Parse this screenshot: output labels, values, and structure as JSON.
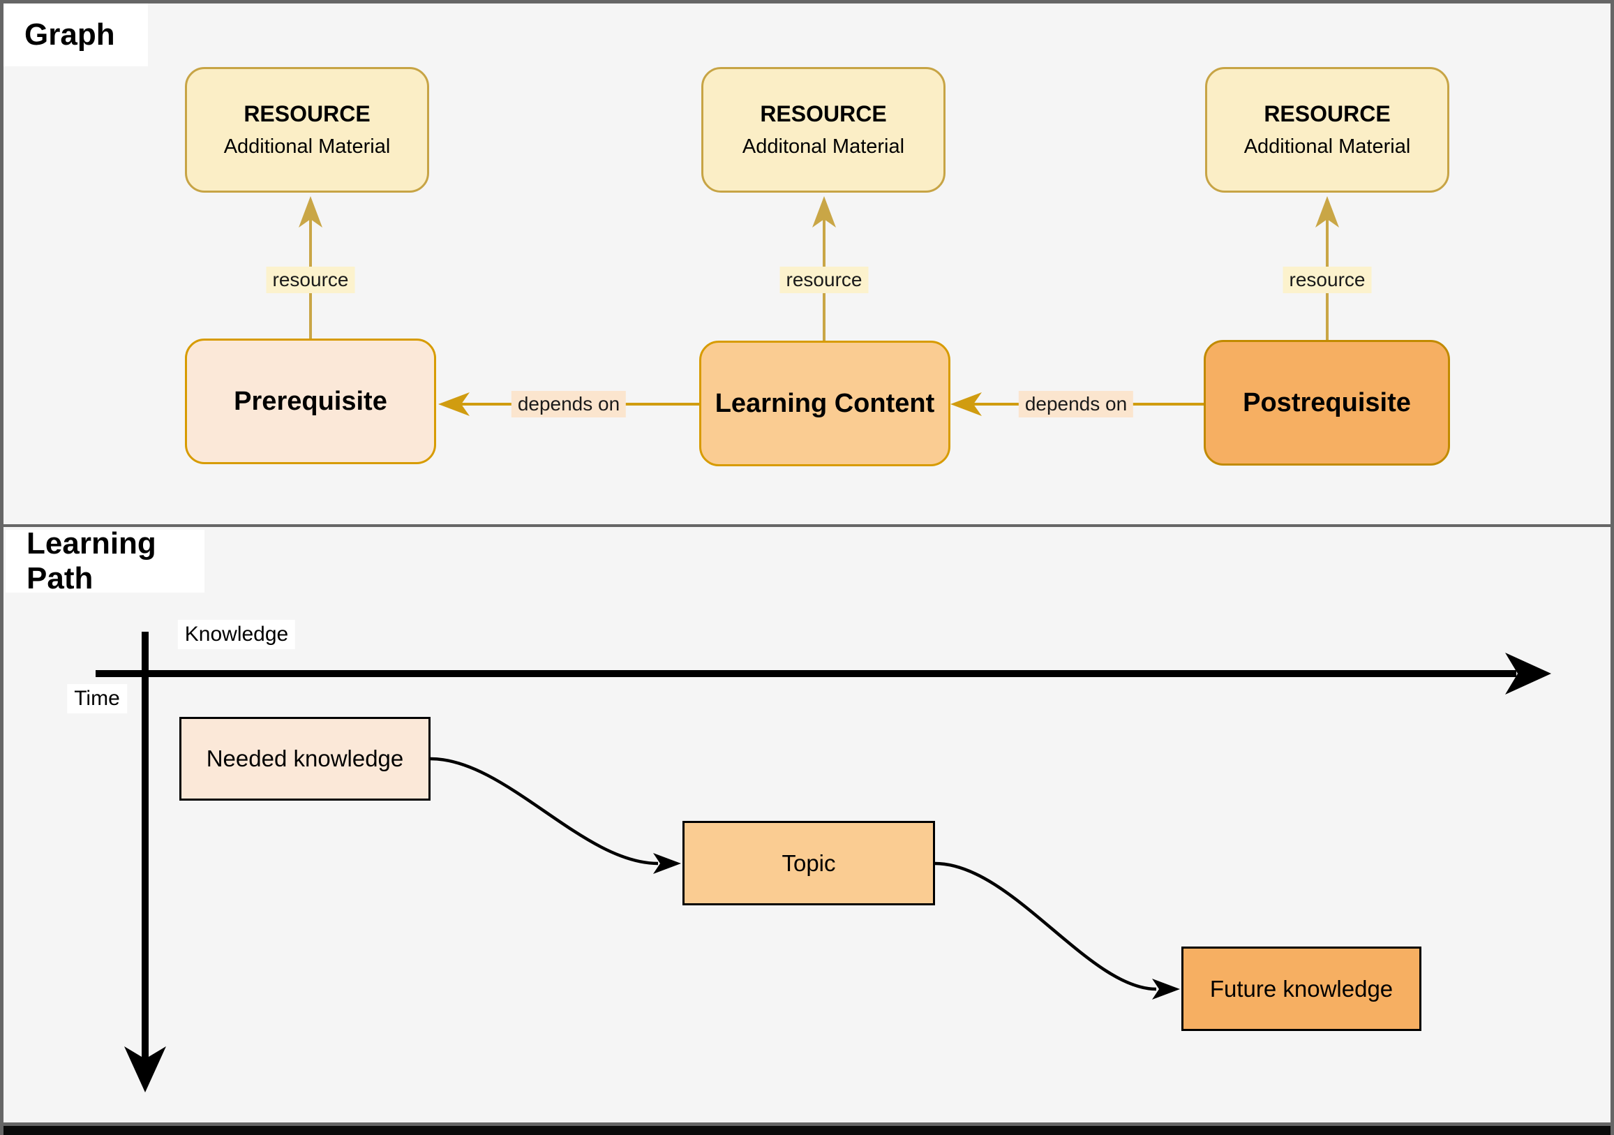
{
  "graph": {
    "title": "Graph",
    "resource_nodes": [
      {
        "title": "RESOURCE",
        "subtitle": "Additional Material"
      },
      {
        "title": "RESOURCE",
        "subtitle": "Additonal Material"
      },
      {
        "title": "RESOURCE",
        "subtitle": "Additional Material"
      }
    ],
    "main_nodes": [
      {
        "label": "Prerequisite"
      },
      {
        "label": "Learning Content"
      },
      {
        "label": "Postrequisite"
      }
    ],
    "resource_edge_label": "resource",
    "depends_edge_label": "depends on"
  },
  "learning_path": {
    "title": "Learning Path",
    "x_axis_label": "Knowledge",
    "y_axis_label": "Time",
    "steps": [
      {
        "label": "Needed knowledge"
      },
      {
        "label": "Topic"
      },
      {
        "label": "Future knowledge"
      }
    ]
  },
  "colors": {
    "background": "#F5F5F5",
    "frame_border": "#666666",
    "yellow_fill": "#FBEEC6",
    "yellow_stroke": "#C7A445",
    "peach_light_fill": "#FBE8D8",
    "orange_mid_fill": "#FACC92",
    "orange_dark_fill": "#F6AF62",
    "orange_stroke": "#D79B00",
    "gold_arrow": "#D09C10",
    "axis_black": "#000000"
  }
}
